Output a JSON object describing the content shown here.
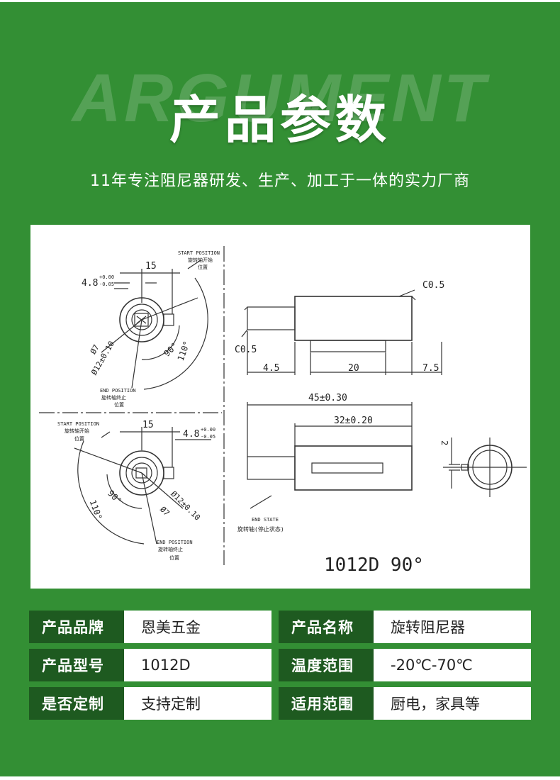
{
  "header": {
    "bg_word": "ARGUMENT",
    "title": "产品参数",
    "subtitle": "11年专注阻尼器研发、生产、加工于一体的实力厂商"
  },
  "drawing": {
    "model": "1012D 90°",
    "top_view": {
      "dim_width": "15",
      "dim_shaft": "4.8",
      "tol_upper": "+0.00",
      "tol_lower": "-0.05",
      "dia_small": "Ø7",
      "dia_large": "Ø12±0.10",
      "angle_small": "90°",
      "angle_large": "110°",
      "start_en": "START POSITION",
      "start_cn1": "旋转轴开始",
      "start_cn2": "位置",
      "end_en": "END POSITION",
      "end_cn1": "旋转轴终止",
      "end_cn2": "位置"
    },
    "bottom_view": {
      "dim_width": "15",
      "dim_shaft": "4.8",
      "tol_upper": "+0.00",
      "tol_lower": "-0.05",
      "dia_small": "Ø7",
      "dia_large": "Ø12±0.10",
      "angle_small": "90°",
      "angle_large": "110°",
      "start_en": "START POSITION",
      "start_cn1": "旋转轴开始",
      "start_cn2": "位置",
      "end_en": "END POSITION",
      "end_cn1": "旋转轴终止",
      "end_cn2": "位置"
    },
    "side_view": {
      "chamfer_right": "C0.5",
      "chamfer_left": "C0.5",
      "dim_left": "4.5",
      "dim_mid": "20",
      "dim_right": "7.5"
    },
    "lower_side": {
      "dim_total": "45±0.30",
      "dim_body": "32±0.20",
      "end_en": "END STATE",
      "end_cn": "旋转轴(停止状态)"
    },
    "end_view": {
      "dim": "2"
    }
  },
  "specs": [
    {
      "label": "产品品牌",
      "value": "恩美五金",
      "label2": "产品名称",
      "value2": "旋转阻尼器"
    },
    {
      "label": "产品型号",
      "value": "1012D",
      "label2": "温度范围",
      "value2": "-20℃-70℃"
    },
    {
      "label": "是否定制",
      "value": "支持定制",
      "label2": "适用范围",
      "value2": "厨电，家具等"
    }
  ]
}
